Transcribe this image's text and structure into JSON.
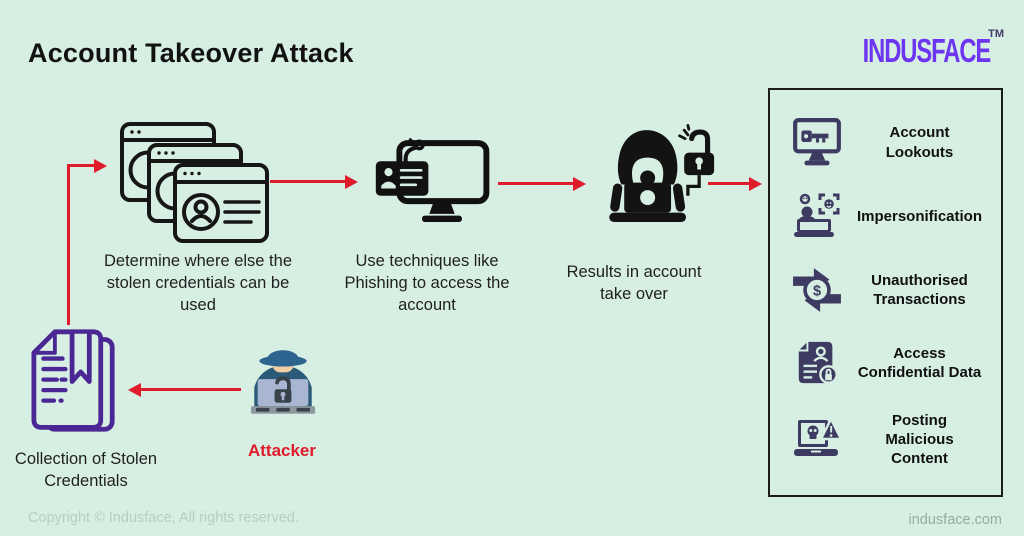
{
  "theme": {
    "background": "#d7efe3",
    "accent_red": "#e01b2c",
    "brand_purple": "#6d35f0",
    "document_purple": "#4b2695",
    "panel_icon_navy": "#3e3b63"
  },
  "header": {
    "title": "Account Takeover Attack"
  },
  "brand": {
    "logo_text": "INDUSFACE",
    "trademark": "TM",
    "website": "indusface.com",
    "copyright": "Copyright © Indusface, All rights reserved."
  },
  "flow": {
    "steps": [
      {
        "label": "Determine where else the stolen credentials can be used",
        "icon": "stacked-browser-windows-icon"
      },
      {
        "label": "Use techniques like Phishing to access the account",
        "icon": "phishing-monitor-icon"
      },
      {
        "label": "Results in account take over",
        "icon": "hooded-hacker-unlocked-icon"
      }
    ],
    "source": {
      "label": "Collection of Stolen Credentials",
      "icon": "stolen-credentials-documents-icon"
    },
    "attacker": {
      "label": "Attacker",
      "icon": "attacker-with-laptop-icon"
    }
  },
  "outcomes_panel": {
    "items": [
      {
        "label": "Account Lookouts",
        "icon": "monitor-key-icon"
      },
      {
        "label": "Impersonification",
        "icon": "impersonation-face-scan-icon"
      },
      {
        "label": "Unauthorised Transactions",
        "icon": "money-transfer-icon",
        "symbol": "$"
      },
      {
        "label": "Access Confidential Data",
        "icon": "confidential-document-lock-icon"
      },
      {
        "label": "Posting Malicious Content",
        "icon": "laptop-skull-alert-icon"
      }
    ]
  }
}
